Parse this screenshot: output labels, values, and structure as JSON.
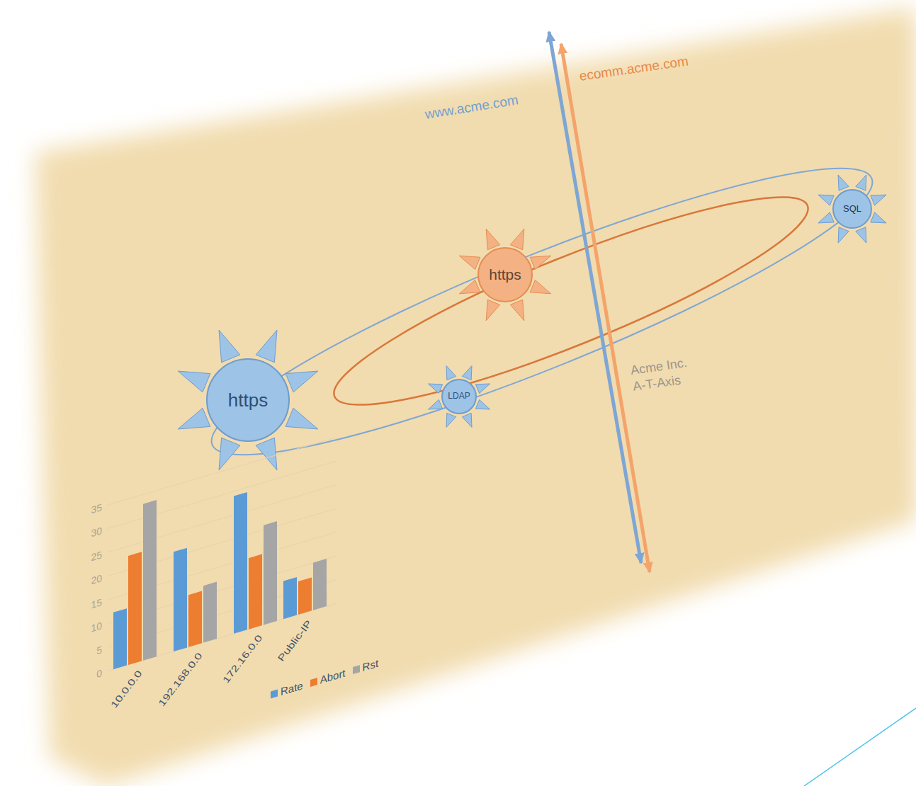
{
  "diagram": {
    "nodes": [
      {
        "text": [
          "https"
        ]
      },
      {
        "text": [
          "LDAP"
        ]
      },
      {
        "text": [
          "https"
        ]
      },
      {
        "text": [
          "SQL"
        ]
      }
    ],
    "labels": [
      "www.acme.com",
      "ecomm.acme.com",
      "Acme Inc. A-T-Axis",
      "35",
      "30",
      "25",
      "20",
      "15",
      "10",
      "5",
      "0",
      "10.0.0.0",
      "192.168.0.0",
      "172.16.0.0",
      "Public-IP"
    ],
    "legend": [
      {
        "text": "Rate",
        "color": "#5b9bd5"
      },
      {
        "text": "Abort",
        "color": "#ed7d31"
      },
      {
        "text": "Rst",
        "color": "#a5a5a5"
      }
    ]
  }
}
